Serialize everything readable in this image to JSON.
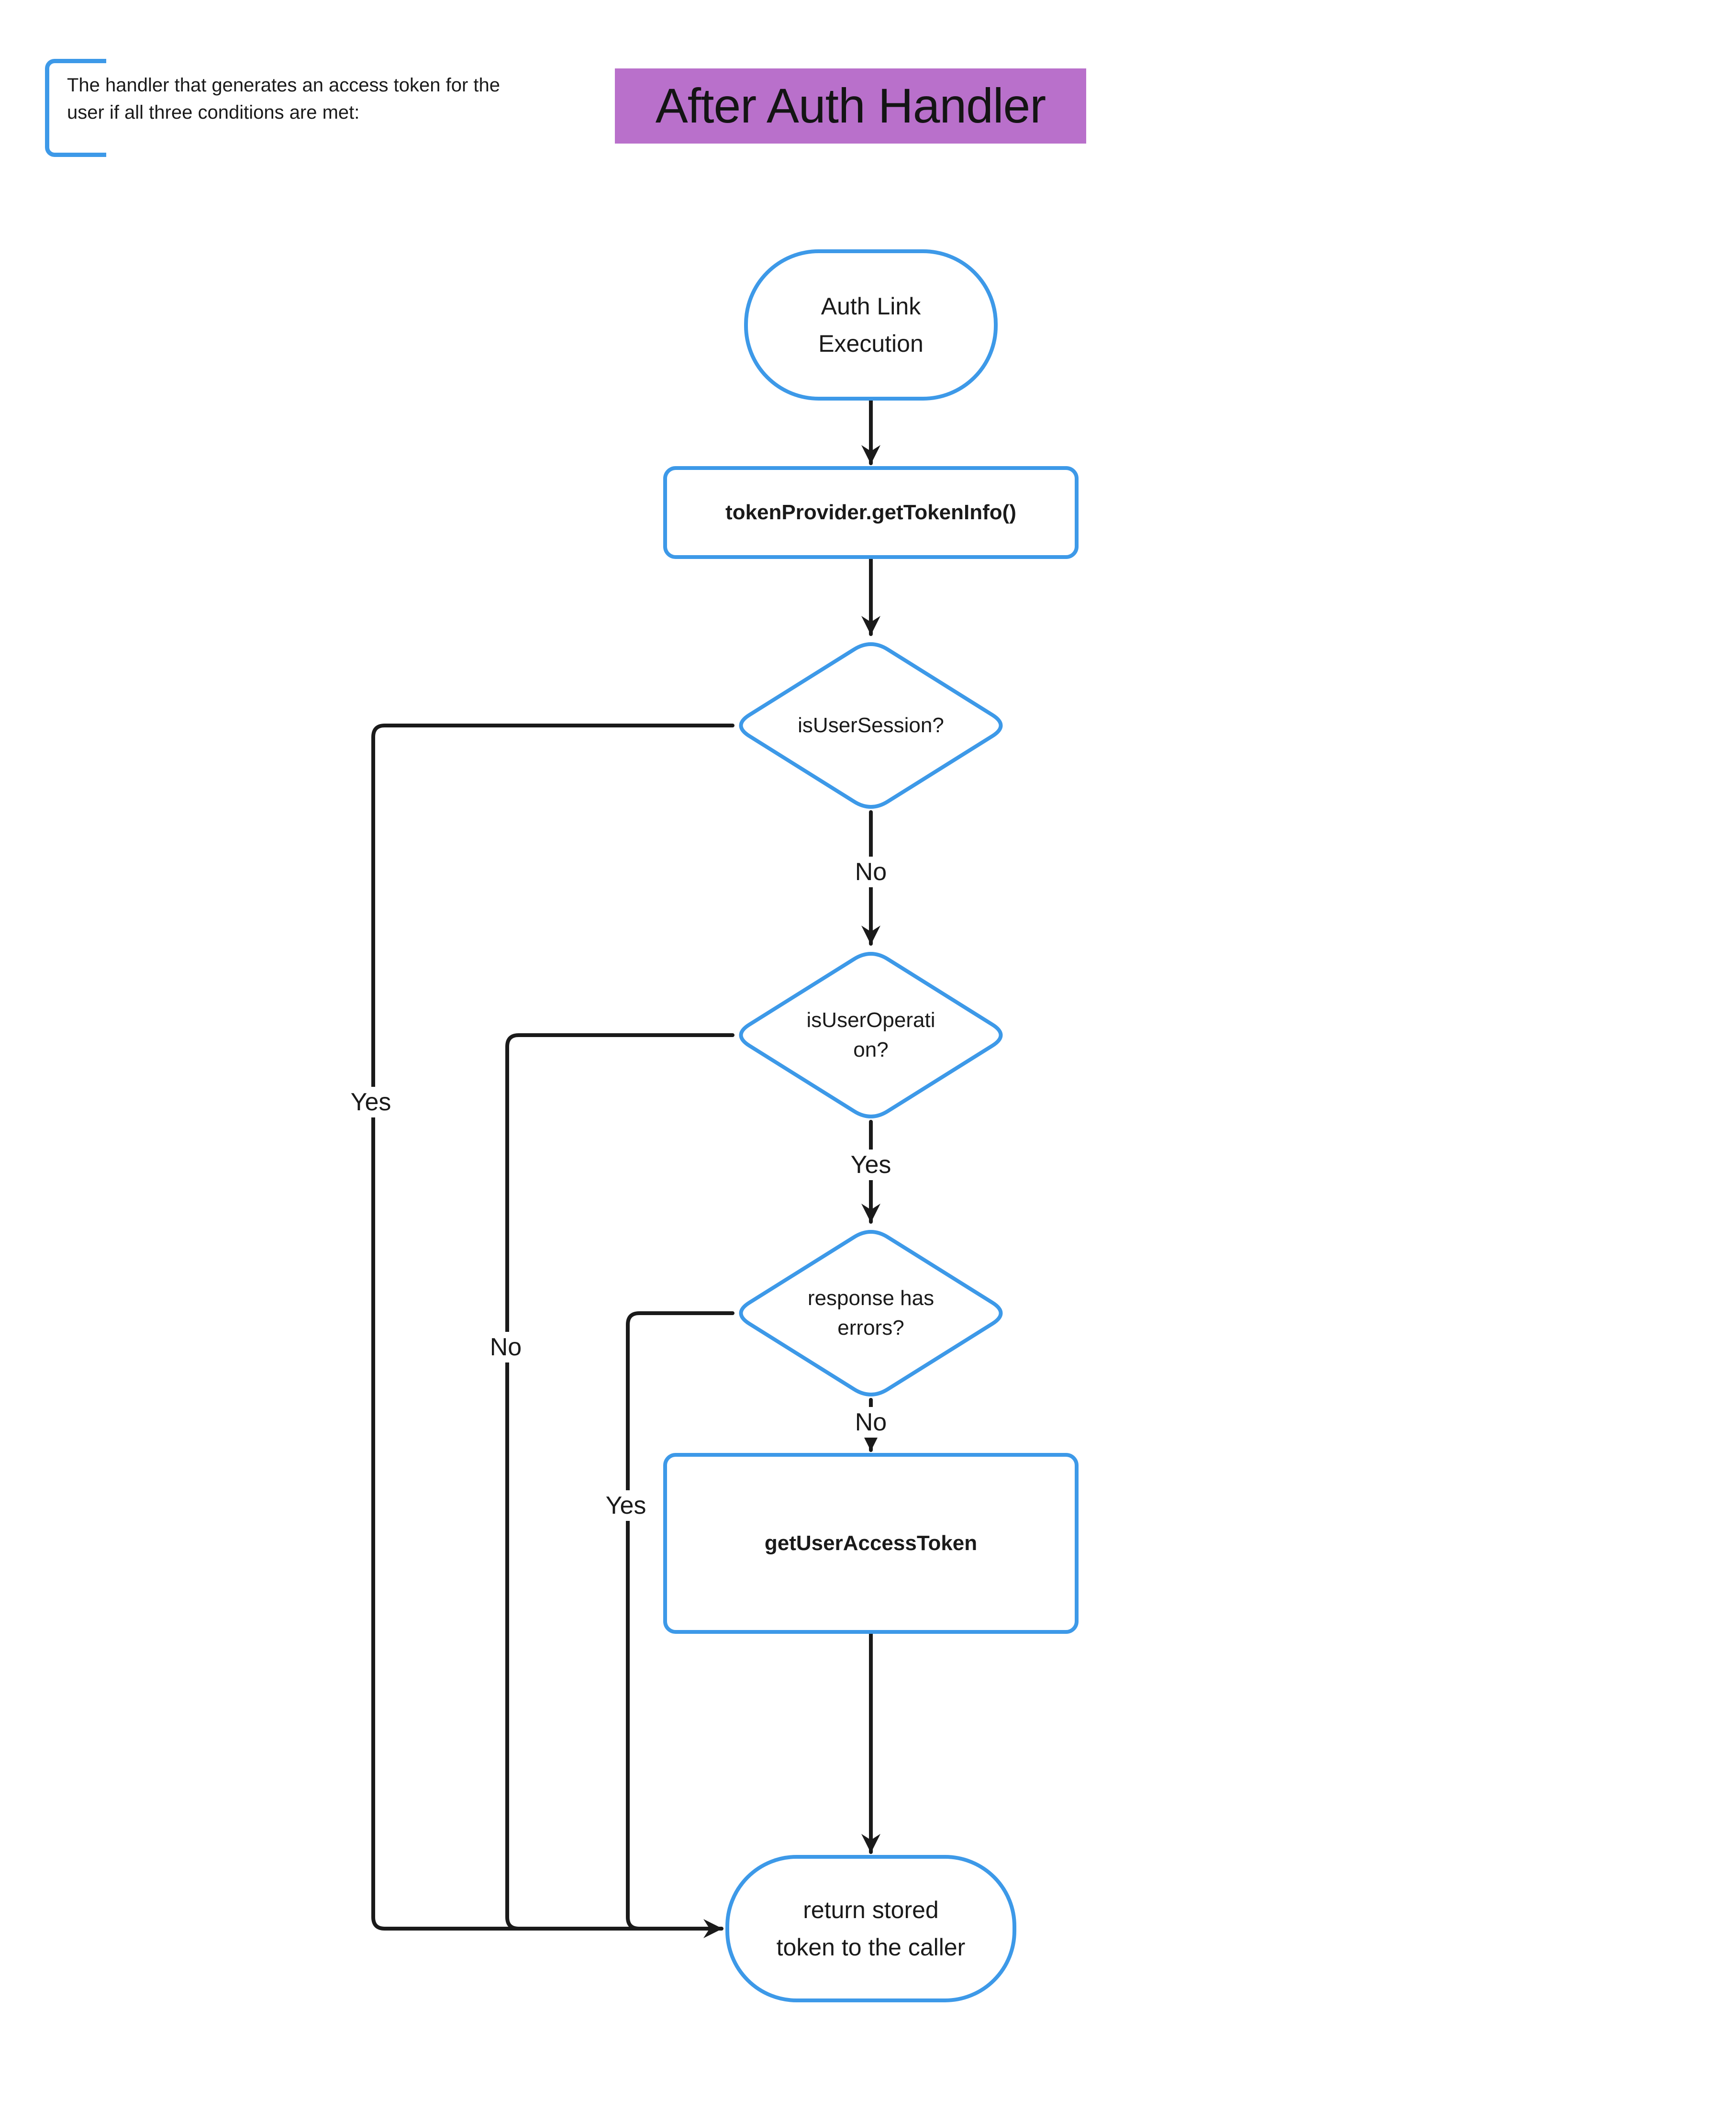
{
  "note": {
    "lines": [
      "The handler that generates an access token for the",
      "user if all three conditions are met:"
    ]
  },
  "title": {
    "text": "After Auth Handler"
  },
  "colors": {
    "accent_blue": "#3d99e8",
    "title_highlight": "#b970cb",
    "edge_line": "#1a1a1a",
    "text": "#1a1a1a",
    "node_fill": "#ffffff"
  },
  "flow": {
    "start": {
      "lines": [
        "Auth Link",
        "Execution"
      ]
    },
    "get_token_info": {
      "label": "tokenProvider.getTokenInfo()"
    },
    "is_user_session": {
      "label": "isUserSession?"
    },
    "is_user_operation": {
      "lines": [
        "isUserOperati",
        "on?"
      ]
    },
    "response_has_errors": {
      "lines": [
        "response has",
        "errors?"
      ]
    },
    "get_user_access_token": {
      "label": "getUserAccessToken"
    },
    "end": {
      "lines": [
        "return stored",
        "token to the caller"
      ]
    },
    "edge_labels": {
      "session_no": "No",
      "operation_yes": "Yes",
      "errors_no": "No",
      "session_yes": "Yes",
      "operation_no": "No",
      "errors_yes": "Yes"
    }
  }
}
